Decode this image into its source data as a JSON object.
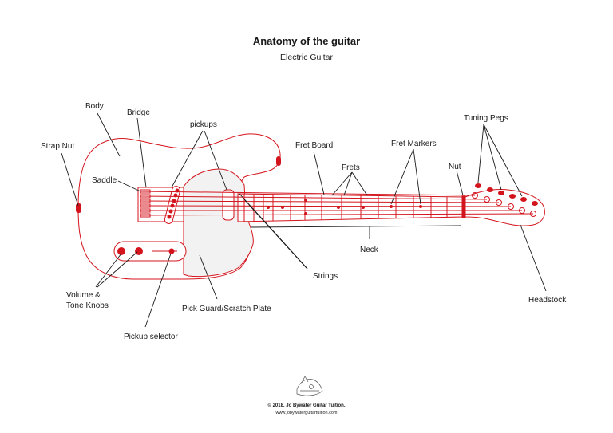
{
  "title": "Anatomy of the guitar",
  "subtitle": "Electric Guitar",
  "labels": {
    "body": "Body",
    "bridge": "Bridge",
    "pickups": "pickups",
    "strap_nut": "Strap Nut",
    "saddle": "Saddle",
    "fret_board": "Fret Board",
    "frets": "Frets",
    "fret_markers": "Fret Markers",
    "nut": "Nut",
    "tuning_pegs": "Tuning Pegs",
    "neck": "Neck",
    "strings": "Strings",
    "volume_tone_1": "Volume &",
    "volume_tone_2": "Tone Knobs",
    "pick_guard": "Pick Guard/Scratch Plate",
    "pickup_selector": "Pickup selector",
    "headstock": "Headstock"
  },
  "footer": {
    "copyright": "© 2018. Jo Bywater Guitar Tuition.",
    "website": "www.jobywaterguitartuition.com"
  },
  "colors": {
    "guitar_outline": "#d4141c",
    "pointer": "#1a1a1a",
    "guard_fill": "#f2f2f2"
  }
}
